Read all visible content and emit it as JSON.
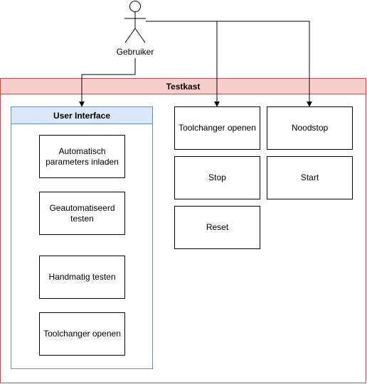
{
  "actor": {
    "label": "Gebruiker"
  },
  "testkast": {
    "title": "Testkast"
  },
  "user_interface": {
    "title": "User Interface",
    "items": [
      "Automatisch parameters inladen",
      "Geautomatiseerd testen",
      "Handmatig testen",
      "Toolchanger openen"
    ]
  },
  "controls": {
    "toolchanger": "Toolchanger openen",
    "noodstop": "Noodstop",
    "stop": "Stop",
    "start": "Start",
    "reset": "Reset"
  },
  "colors": {
    "testkast_fill": "#f8cecc",
    "testkast_stroke": "#b85450",
    "ui_fill": "#dae8fc",
    "ui_stroke": "#6c8ebf"
  }
}
